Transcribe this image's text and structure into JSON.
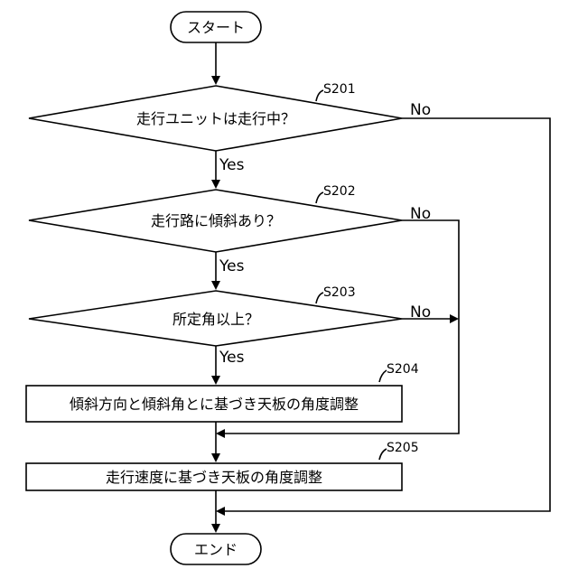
{
  "start": {
    "label": "スタート"
  },
  "end": {
    "label": "エンド"
  },
  "decisions": [
    {
      "id": "S201",
      "text": "走行ユニットは走行中？",
      "yes": "Yes",
      "no": "No"
    },
    {
      "id": "S202",
      "text": "走行路に傾斜あり？",
      "yes": "Yes",
      "no": "No"
    },
    {
      "id": "S203",
      "text": "所定角以上？",
      "yes": "Yes",
      "no": "No"
    }
  ],
  "processes": [
    {
      "id": "S204",
      "text": "傾斜方向と傾斜角とに基づき天板の角度調整"
    },
    {
      "id": "S205",
      "text": "走行速度に基づき天板の角度調整"
    }
  ]
}
